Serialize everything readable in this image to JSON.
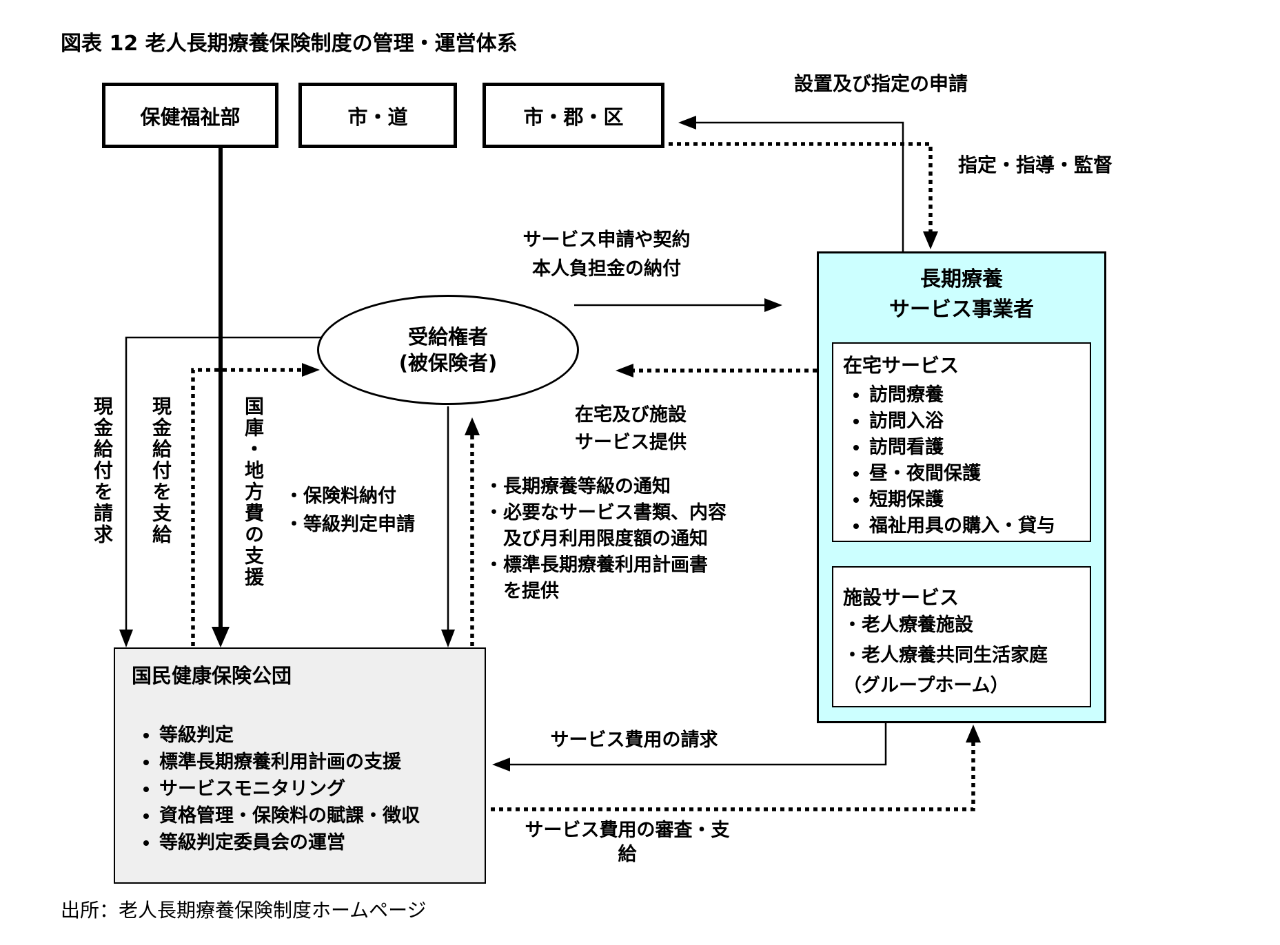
{
  "title": "図表 12 老人長期療養保険制度の管理・運営体系",
  "top_boxes": {
    "health_welfare": "保健福祉部",
    "city_province": "市・道",
    "city_county_district": "市・郡・区"
  },
  "beneficiary": {
    "line1": "受給権者",
    "line2": "(被保険者)"
  },
  "provider": {
    "title_line1": "長期療養",
    "title_line2": "サービス事業者",
    "home_services": {
      "header": "在宅サービス",
      "items": [
        "訪問療養",
        "訪問入浴",
        "訪問看護",
        "昼・夜間保護",
        "短期保護",
        "福祉用具の購入・貸与"
      ]
    },
    "facility_services": {
      "header": "施設サービス",
      "lines": [
        "・老人療養施設",
        "・老人療養共同生活家庭",
        "（グループホーム）"
      ]
    }
  },
  "corporation": {
    "title": "国民健康保険公団",
    "items": [
      "等級判定",
      "標準長期療養利用計画の支援",
      "サービスモニタリング",
      "資格管理・保険料の賦課・徴収",
      "等級判定委員会の運営"
    ]
  },
  "arrows": {
    "establishment_application": "設置及び指定の申請",
    "designation_guidance": "指定・指導・監督",
    "service_contract_line1": "サービス申請や契約",
    "service_contract_line2": "本人負担金の納付",
    "service_provision_line1": "在宅及び施設",
    "service_provision_line2": "サービス提供",
    "cash_benefit_claim": "現金給付を請求",
    "cash_benefit_pay": "現金給付を支給",
    "treasury_support": "国庫・地方費の支援",
    "premium_notes": [
      "・保険料納付",
      "・等級判定申請"
    ],
    "notification_notes": [
      "・長期療養等級の通知",
      "・必要なサービス書類、内容",
      "　及び月利用限度額の通知",
      "・標準長期療養利用計画書",
      "　を提供"
    ],
    "service_cost_claim": "サービス費用の請求",
    "service_cost_review": "サービス費用の審査・支給"
  },
  "source": "出所：老人長期療養保険制度ホームページ",
  "colors": {
    "provider_fill": "#CCFFFF",
    "corporation_fill": "#EFEFEF",
    "line": "#000000"
  }
}
